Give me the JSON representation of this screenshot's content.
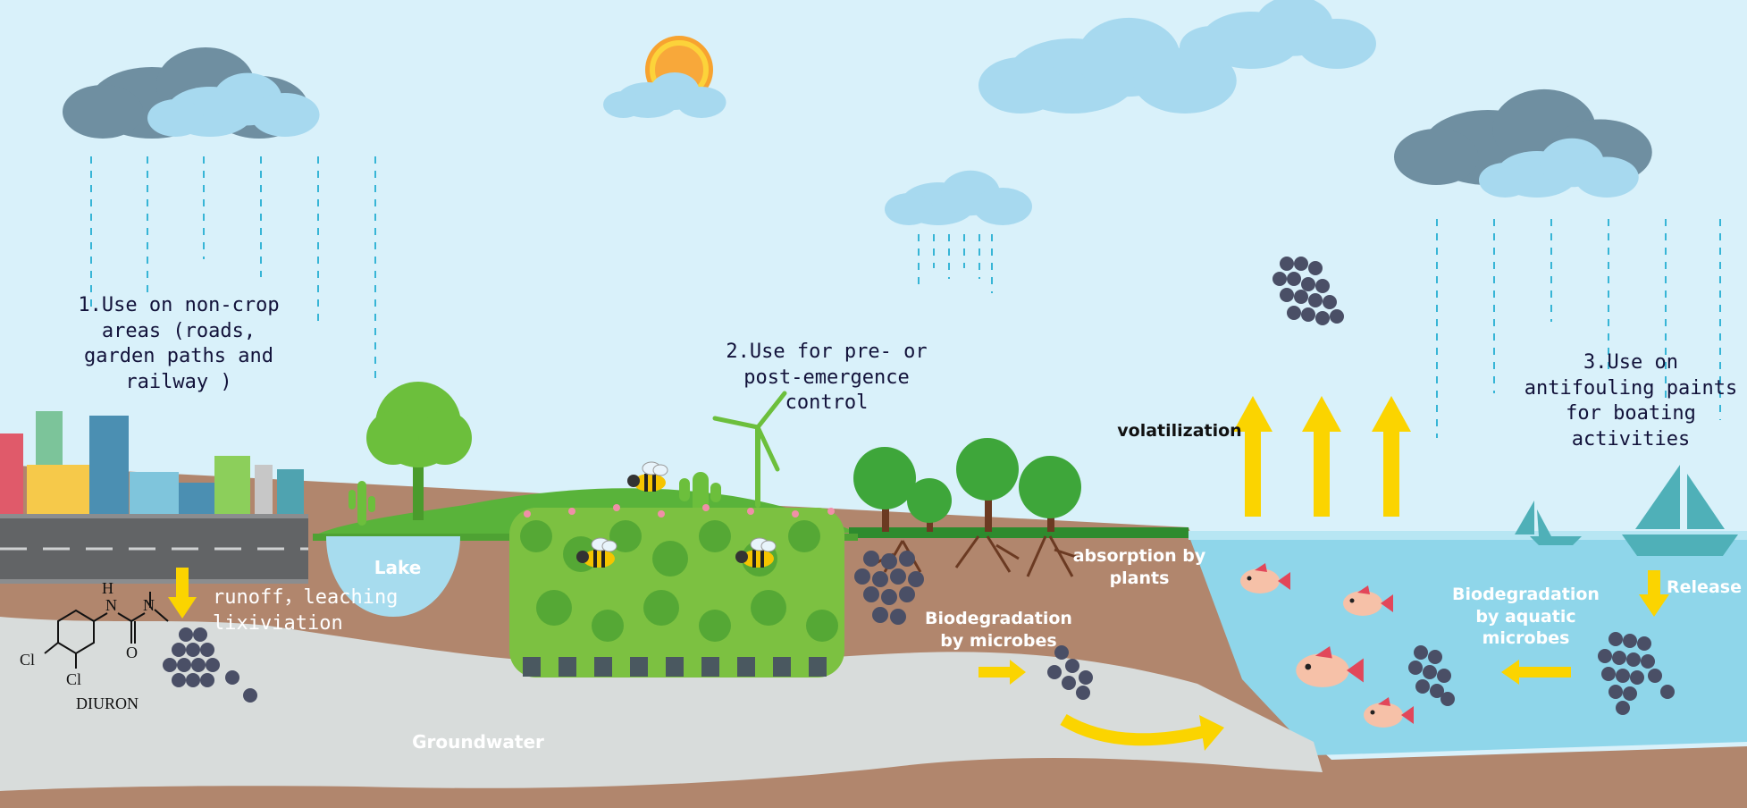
{
  "labels": {
    "use1": [
      "1.Use on non-crop",
      "areas (roads,",
      "garden paths and",
      "railway )"
    ],
    "use2": [
      "2.Use for pre- or",
      "post-emergence",
      "control"
    ],
    "use3": [
      "3.Use on",
      "antifouling paints",
      "for boating",
      "activities"
    ],
    "volatilization": "volatilization",
    "runoff": [
      "runoff，leaching",
      "lixiviation"
    ],
    "lake": "Lake",
    "absorption": [
      "absorption by",
      "plants"
    ],
    "biodeg_microbes": [
      "Biodegradation",
      "by microbes"
    ],
    "biodeg_aquatic": [
      "Biodegradation",
      "by aquatic",
      "microbes"
    ],
    "release": "Release",
    "groundwater": "Groundwater"
  },
  "molecule": {
    "name": "DIURON",
    "atoms": [
      "N",
      "H",
      "N",
      "O",
      "Cl",
      "Cl"
    ]
  },
  "colors": {
    "sky": "#d9f1fa",
    "soil": "#b1866d",
    "groundwater": "#d8dcdb",
    "water": "#8fd6ea",
    "grass": "#59b33a",
    "arrow": "#fbd400",
    "particle": "#4a4f66",
    "cloud_dark": "#6f8fa1",
    "cloud_light": "#a7d9ef"
  },
  "icons": [
    "cloud-icon",
    "sun-icon",
    "rain-icon",
    "city-icon",
    "tree-icon",
    "cactus-icon",
    "wind-turbine-icon",
    "bee-icon",
    "crop-plant-icon",
    "fish-icon",
    "sailboat-icon",
    "particle-cluster-icon",
    "arrow-icon"
  ]
}
